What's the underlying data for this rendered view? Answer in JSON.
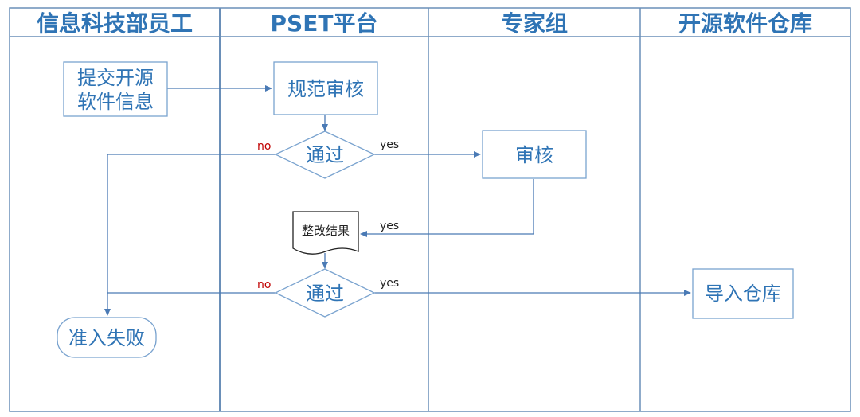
{
  "colors": {
    "lane_border": "#6a8fb8",
    "node_border": "#7aa3cf",
    "node_text": "#2f74b5",
    "arrow": "#4a7ab5",
    "no_label": "#c00000"
  },
  "lanes": [
    {
      "title": "信息科技部员工"
    },
    {
      "title": "PSET平台"
    },
    {
      "title": "专家组"
    },
    {
      "title": "开源软件仓库"
    }
  ],
  "nodes": {
    "submit": {
      "line1": "提交开源",
      "line2": "软件信息"
    },
    "review_spec": {
      "label": "规范审核"
    },
    "pass_1": {
      "label": "通过"
    },
    "expert_review": {
      "label": "审核"
    },
    "rectify_result": {
      "label": "整改结果"
    },
    "pass_2": {
      "label": "通过"
    },
    "admission_failed": {
      "label": "准入失败"
    },
    "import_repo": {
      "label": "导入仓库"
    }
  },
  "edges": {
    "pass1_yes": "yes",
    "pass1_no": "no",
    "review_yes": "yes",
    "pass2_yes": "yes",
    "pass2_no": "no"
  }
}
